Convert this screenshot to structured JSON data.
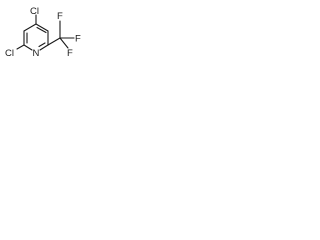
{
  "molecule": {
    "atoms": {
      "cl_top": "Cl",
      "cl_bottom": "Cl",
      "nitrogen": "N",
      "fluorine_top": "F",
      "fluorine_right": "F",
      "fluorine_bottom": "F"
    },
    "colors": {
      "ink": "#1a1a1a",
      "background": "#ffffff"
    }
  }
}
